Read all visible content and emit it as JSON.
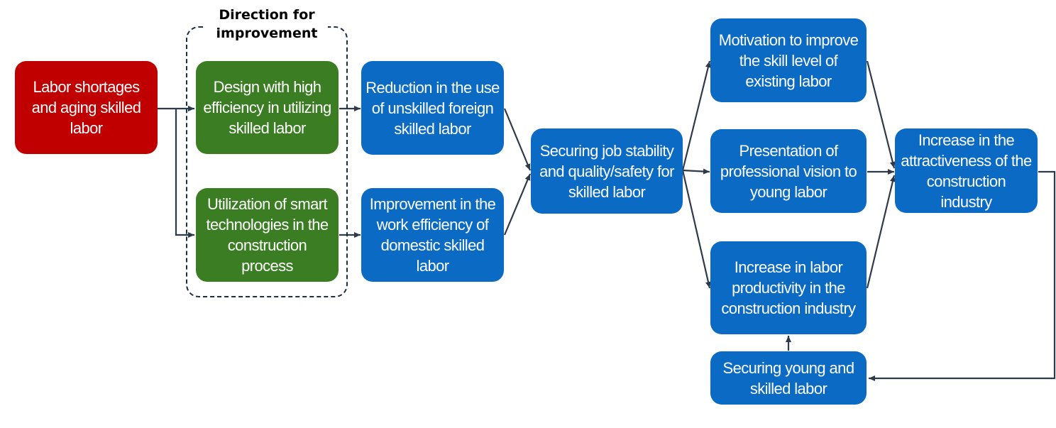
{
  "group": {
    "title": "Direction for\nimprovement"
  },
  "nodes": {
    "labor_shortage": "Labor shortages and aging skilled labor",
    "design_efficiency": "Design with high efficiency in utilizing skilled labor",
    "smart_tech": "Utilization of smart technologies in the construction process",
    "reduce_unskilled": "Reduction in the use of unskilled foreign skilled labor",
    "improve_efficiency": "Improvement in the work efficiency of domestic skilled labor",
    "job_stability": "Securing job stability\nand quality/safety for skilled labor",
    "motivation": "Motivation to improve the skill level of existing labor",
    "vision": "Presentation of professional vision to young labor",
    "productivity": "Increase in labor productivity in the construction industry",
    "attractiveness": "Increase in the attractiveness of the construction industry",
    "young_labor": "Securing young and skilled labor"
  },
  "colors": {
    "problem": "#c00000",
    "direction": "#3a7d22",
    "outcome": "#0a6ac4",
    "arrow": "#2e3a4a"
  }
}
